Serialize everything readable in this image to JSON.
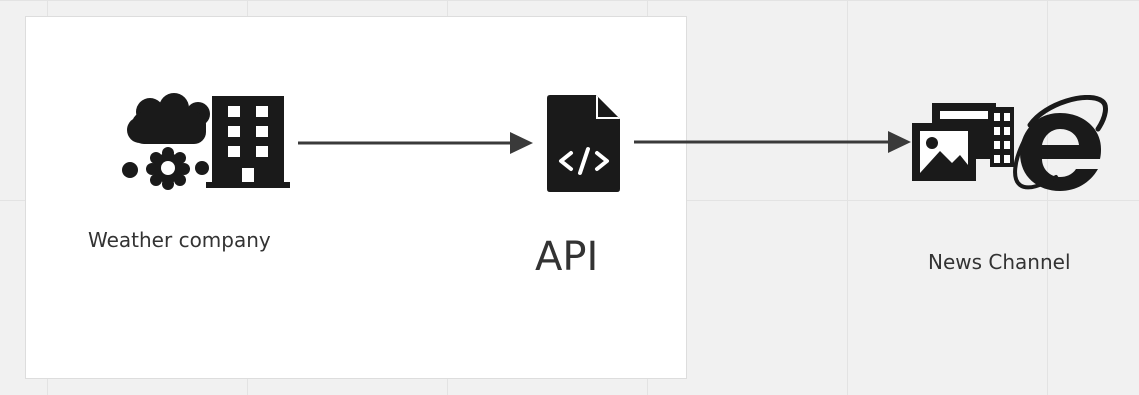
{
  "diagram": {
    "nodes": [
      {
        "id": "weather",
        "label": "Weather company",
        "icon": "cloud-building-icon"
      },
      {
        "id": "api",
        "label": "API",
        "icon": "code-file-icon"
      },
      {
        "id": "news",
        "label": "News Channel",
        "icon": "media-browser-icon"
      }
    ],
    "edges": [
      {
        "from": "weather",
        "to": "api"
      },
      {
        "from": "api",
        "to": "news"
      }
    ]
  },
  "colors": {
    "icon": "#1a1a1a",
    "arrow": "#3a3a3a",
    "text": "#333333",
    "frame": "#ffffff",
    "background": "#f1f1f1"
  }
}
